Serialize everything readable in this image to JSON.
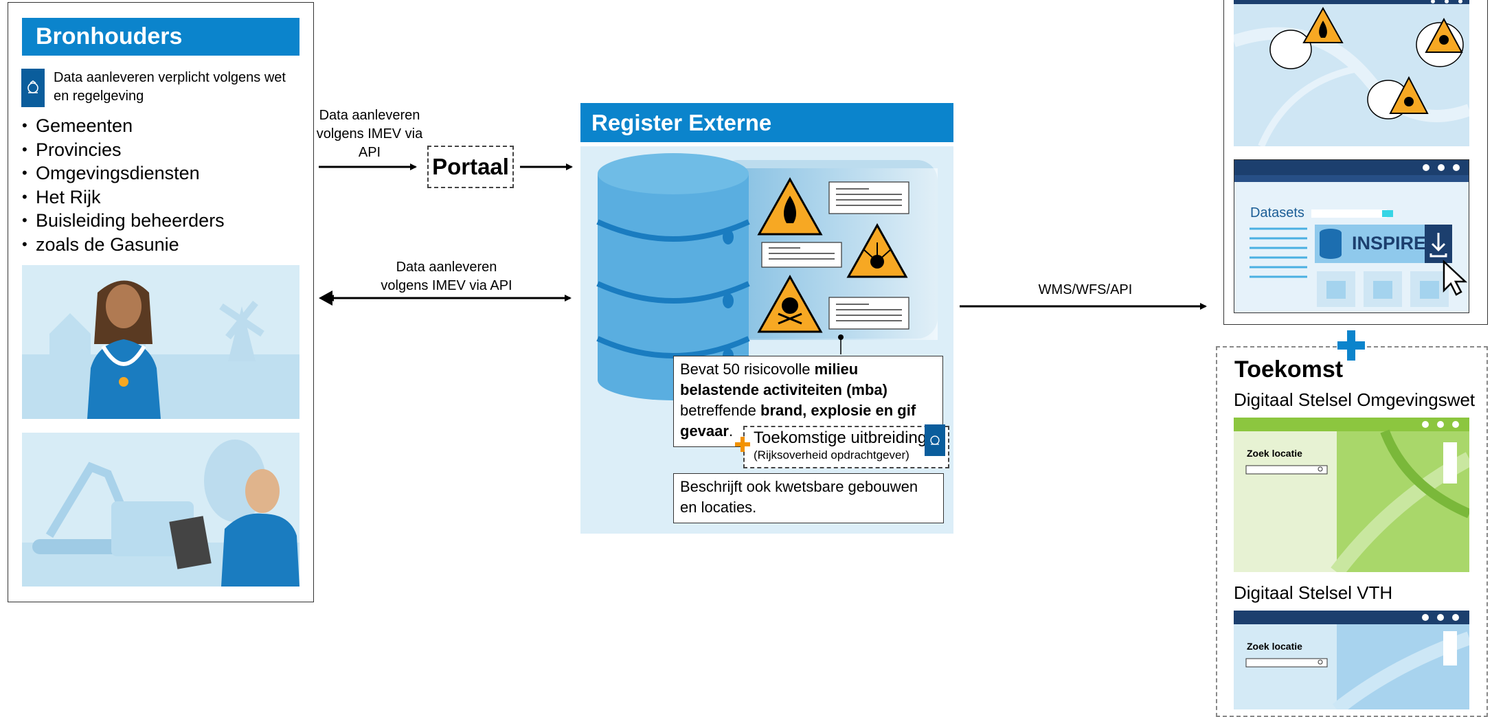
{
  "bronhouders": {
    "title": "Bronhouders",
    "note": "Data aanleveren verplicht volgens wet en regelgeving",
    "items": [
      "Gemeenten",
      "Provincies",
      "Omgevingsdiensten",
      "Het Rijk",
      "Buisleiding beheerders",
      "zoals de Gasunie"
    ]
  },
  "flows": {
    "portal_label": "Data aanleveren volgens IMEV via API",
    "portal": "Portaal",
    "api_label": "Data aanleveren volgens IMEV via API",
    "output_label": "WMS/WFS/API"
  },
  "register": {
    "title": "Register Externe Veiligheidsrisico’s",
    "note1_a": "Bevat 50 risicovolle ",
    "note1_b": "milieu belastende activiteiten (mba)",
    "note1_c": " betreffende ",
    "note1_d": "brand, explosie en gif gevaar",
    "note1_e": ".",
    "future": "Toekomstige uitbreiding",
    "future_sub": "(Rijksoverheid opdrachtgever)",
    "note2": "Beschrijft ook kwetsbare gebouwen en locaties."
  },
  "datasets": {
    "label": "Datasets",
    "inspire": "INSPIRE"
  },
  "toekomst": {
    "title": "Toekomst",
    "dso": "Digitaal Stelsel Omgevingswet",
    "vth": "Digitaal Stelsel VTH",
    "zoek1": "Zoek locatie",
    "zoek2": "Zoek locatie"
  },
  "colors": {
    "blue": "#0b84cc",
    "dark_blue": "#0a5d9c",
    "navy": "#1c3f6e",
    "light_blue": "#dceef8",
    "hazard": "#f7a823",
    "green": "#8cc63f",
    "orange_plus": "#f39200"
  }
}
